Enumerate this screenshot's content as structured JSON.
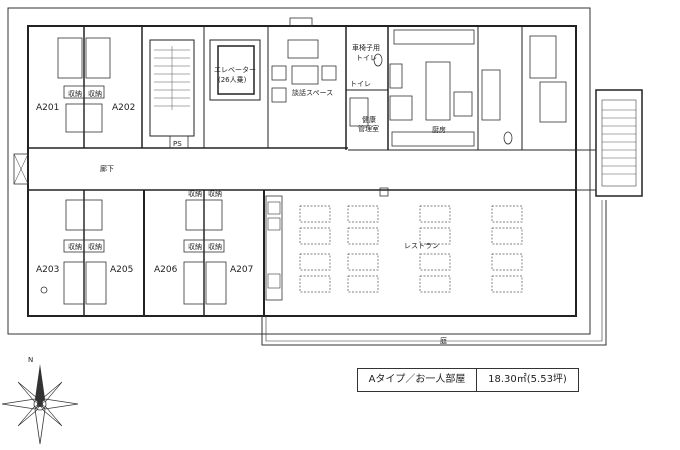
{
  "rooms": {
    "a201": "A201",
    "a202": "A202",
    "a203": "A203",
    "a205": "A205",
    "a206": "A206",
    "a207": "A207"
  },
  "storage": "収納",
  "labels": {
    "corridor": "廊下",
    "ps": "PS",
    "elevator_line1": "エレベーター",
    "elevator_line2": "(26人乗)",
    "lounge": "談話スペース",
    "wheelchair_toilet_line1": "車椅子用",
    "wheelchair_toilet_line2": "トイレ",
    "toilet": "トイレ",
    "health_room_line1": "健康",
    "health_room_line2": "管理室",
    "kitchen": "厨房",
    "restaurant": "レストラン",
    "garden": "庭",
    "north": "N"
  },
  "info": {
    "type": "Aタイプ／お一人部屋",
    "area": "18.30㎡(5.53坪)"
  }
}
